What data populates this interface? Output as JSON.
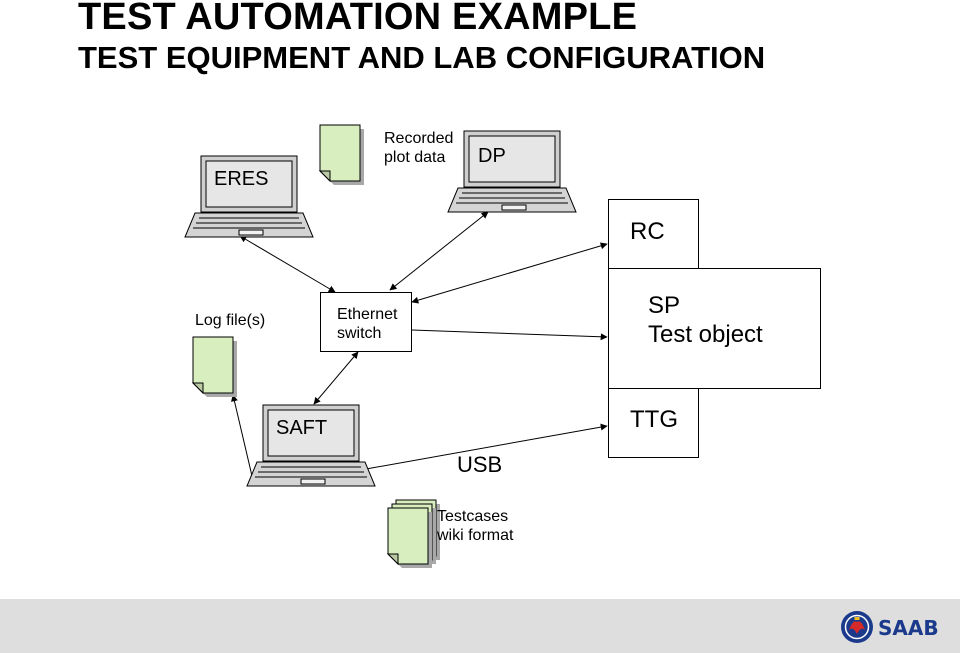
{
  "title": "TEST AUTOMATION EXAMPLE",
  "subtitle": "TEST EQUIPMENT AND LAB CONFIGURATION",
  "nodes": {
    "eres": "ERES",
    "dp": "DP",
    "saft": "SAFT",
    "rc": "RC",
    "sp_line1": "SP",
    "sp_line2": "Test object",
    "ttg": "TTG",
    "switch_line1": "Ethernet",
    "switch_line2": "switch"
  },
  "documents": {
    "recorded_line1": "Recorded",
    "recorded_line2": "plot data",
    "log": "Log file(s)",
    "testcases_line1": "Testcases",
    "testcases_line2": "wiki format"
  },
  "links": {
    "usb": "USB"
  },
  "colors": {
    "document_fill": "#d9eebf",
    "laptop_fill": "#d0d0d0",
    "footer_bg": "#dedede",
    "logo_blue": "#1b3a8c"
  },
  "footer": {
    "logo_text": "SAAB"
  }
}
